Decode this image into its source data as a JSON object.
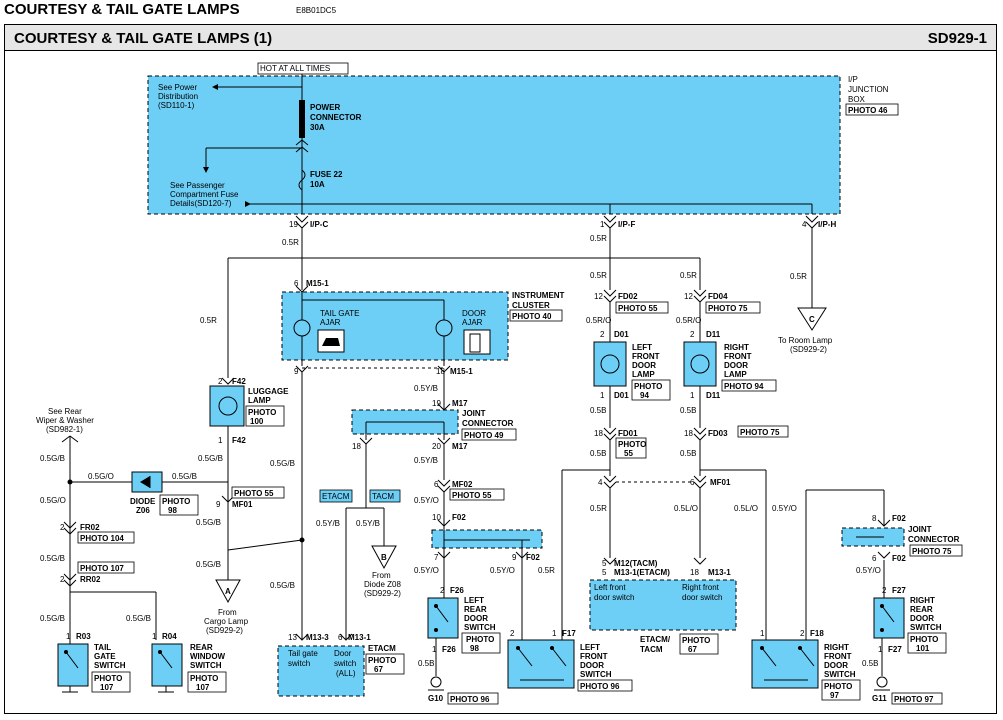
{
  "header": {
    "top_title": "COURTESY & TAIL GATE LAMPS",
    "top_code": "E8B01DC5",
    "title": "COURTESY & TAIL GATE LAMPS (1)",
    "code": "SD929-1"
  },
  "junction_box": {
    "hot": "HOT AT ALL TIMES",
    "name1": "I/P",
    "name2": "JUNCTION",
    "name3": "BOX",
    "photo": "PHOTO 46",
    "pc1": "POWER",
    "pc2": "CONNECTOR",
    "pc3": "30A",
    "fuse1": "FUSE 22",
    "fuse2": "10A",
    "pd1": "See Power",
    "pd2": "Distribution",
    "pd3": "(SD110-1)",
    "pf1": "See Passenger",
    "pf2": "Compartment Fuse",
    "pf3": "Details(SD120-7)"
  },
  "labels": {
    "ipc": "I/P-C",
    "ipf": "I/P-F",
    "iph": "I/P-H",
    "n19": "19",
    "n1": "1",
    "n4": "4",
    "w05r": "0.5R",
    "w05ro": "0.5R/O",
    "w05b": "0.5B",
    "w05gb": "0.5G/B",
    "w05go": "0.5G/O",
    "w05yb": "0.5Y/B",
    "w05yo": "0.5Y/O",
    "w05lo": "0.5L/O",
    "m151": "M15-1",
    "n6": "6",
    "n9": "9",
    "n18": "18",
    "ic1": "INSTRUMENT",
    "ic2": "CLUSTER",
    "ic_photo": "PHOTO 40",
    "tg1": "TAIL GATE",
    "tg2": "AJAR",
    "door1": "DOOR",
    "door2": "AJAR",
    "m17": "M17",
    "n19b": "19",
    "n20": "20",
    "jc1": "JOINT",
    "jc2": "CONNECTOR",
    "jc_photo": "PHOTO 49",
    "mf02": "MF02",
    "mf02_photo": "PHOTO 55",
    "f02": "F02",
    "n10": "10",
    "n7": "7",
    "etacm": "ETACM",
    "tacm": "TACM",
    "diode_b1": "From",
    "diode_b2": "Diode Z08",
    "diode_b3": "(SD929-2)",
    "cl1": "From",
    "cl2": "Cargo Lamp",
    "cl3": "(SD929-2)",
    "conn_a": "A",
    "conn_b": "B",
    "conn_c": "C",
    "room1": "To Room Lamp",
    "room2": "(SD929-2)",
    "f42": "F42",
    "n2": "2",
    "lug1": "LUGGAGE",
    "lug2": "LAMP",
    "lug_photo1": "PHOTO",
    "lug_photo2": "100",
    "rear1": "See Rear",
    "rear2": "Wiper & Washer",
    "rear3": "(SD982-1)",
    "diode1": "DIODE",
    "diode2": "Z06",
    "diode_photo1": "PHOTO",
    "diode_photo2": "98",
    "mf01": "MF01",
    "mf01_photo": "PHOTO 55",
    "fr02": "FR02",
    "fr02_photo": "PHOTO 104",
    "rr02": "RR02",
    "rr02_photo": "PHOTO 107",
    "r03": "R03",
    "r04": "R04",
    "tgs1": "TAIL",
    "tgs2": "GATE",
    "tgs3": "SWITCH",
    "tgs_photo1": "PHOTO",
    "tgs_photo2": "107",
    "rws1": "REAR",
    "rws2": "WINDOW",
    "rws3": "SWITCH",
    "rws_photo1": "PHOTO",
    "rws_photo2": "107",
    "m133": "M13-3",
    "m131": "M13-1",
    "n13": "13",
    "e_tg1": "Tail gate",
    "e_tg2": "switch",
    "e_d1": "Door",
    "e_d2": "switch",
    "e_d3": "(ALL)",
    "e_photo1": "PHOTO",
    "e_photo2": "67",
    "f26": "F26",
    "lrd1": "LEFT",
    "lrd2": "REAR",
    "lrd3": "DOOR",
    "lrd4": "SWITCH",
    "lrd_photo1": "PHOTO",
    "lrd_photo2": "98",
    "g10": "G10",
    "photo96": "PHOTO 96",
    "f17": "F17",
    "lfds1": "LEFT",
    "lfds2": "FRONT",
    "lfds3": "DOOR",
    "lfds4": "SWITCH",
    "lfds_photo": "PHOTO 96",
    "fd02": "FD02",
    "fd02_photo": "PHOTO 55",
    "d01": "D01",
    "lfdl1": "LEFT",
    "lfdl2": "FRONT",
    "lfdl3": "DOOR",
    "lfdl4": "LAMP",
    "lfdl_photo1": "PHOTO",
    "lfdl_photo2": "94",
    "fd01": "FD01",
    "fd01_photo1": "PHOTO",
    "fd01_photo2": "55",
    "fd04": "FD04",
    "fd04_photo": "PHOTO 75",
    "d11": "D11",
    "rfdl1": "RIGHT",
    "rfdl2": "FRONT",
    "rfdl3": "DOOR",
    "rfdl4": "LAMP",
    "rfdl_photo": "PHOTO 94",
    "fd03": "FD03",
    "fd03_photo": "PHOTO 75",
    "m12": "M12(TACM)",
    "m131e": "M13-1(ETACM)",
    "lfs1": "Left front",
    "lfs2": "door switch",
    "rfs1": "Right front",
    "rfs2": "door switch",
    "etacm_tacm1": "ETACM/",
    "etacm_tacm2": "TACM",
    "et_photo1": "PHOTO",
    "et_photo2": "67",
    "n5": "5",
    "n8": "8",
    "jc2r1": "JOINT",
    "jc2r2": "CONNECTOR",
    "jc2r_photo": "PHOTO 75",
    "f27": "F27",
    "rrd1": "RIGHT",
    "rrd2": "REAR",
    "rrd3": "DOOR",
    "rrd4": "SWITCH",
    "rrd_photo1": "PHOTO",
    "rrd_photo2": "101",
    "g11": "G11",
    "photo97": "PHOTO 97",
    "f18": "F18",
    "rfds1": "RIGHT",
    "rfds2": "FRONT",
    "rfds3": "DOOR",
    "rfds4": "SWITCH",
    "rfds_photo1": "PHOTO",
    "rfds_photo2": "97"
  },
  "colors": {
    "module_fill": "#6ecff6",
    "wire": "#000000",
    "header_band": "#e6e6e6"
  }
}
